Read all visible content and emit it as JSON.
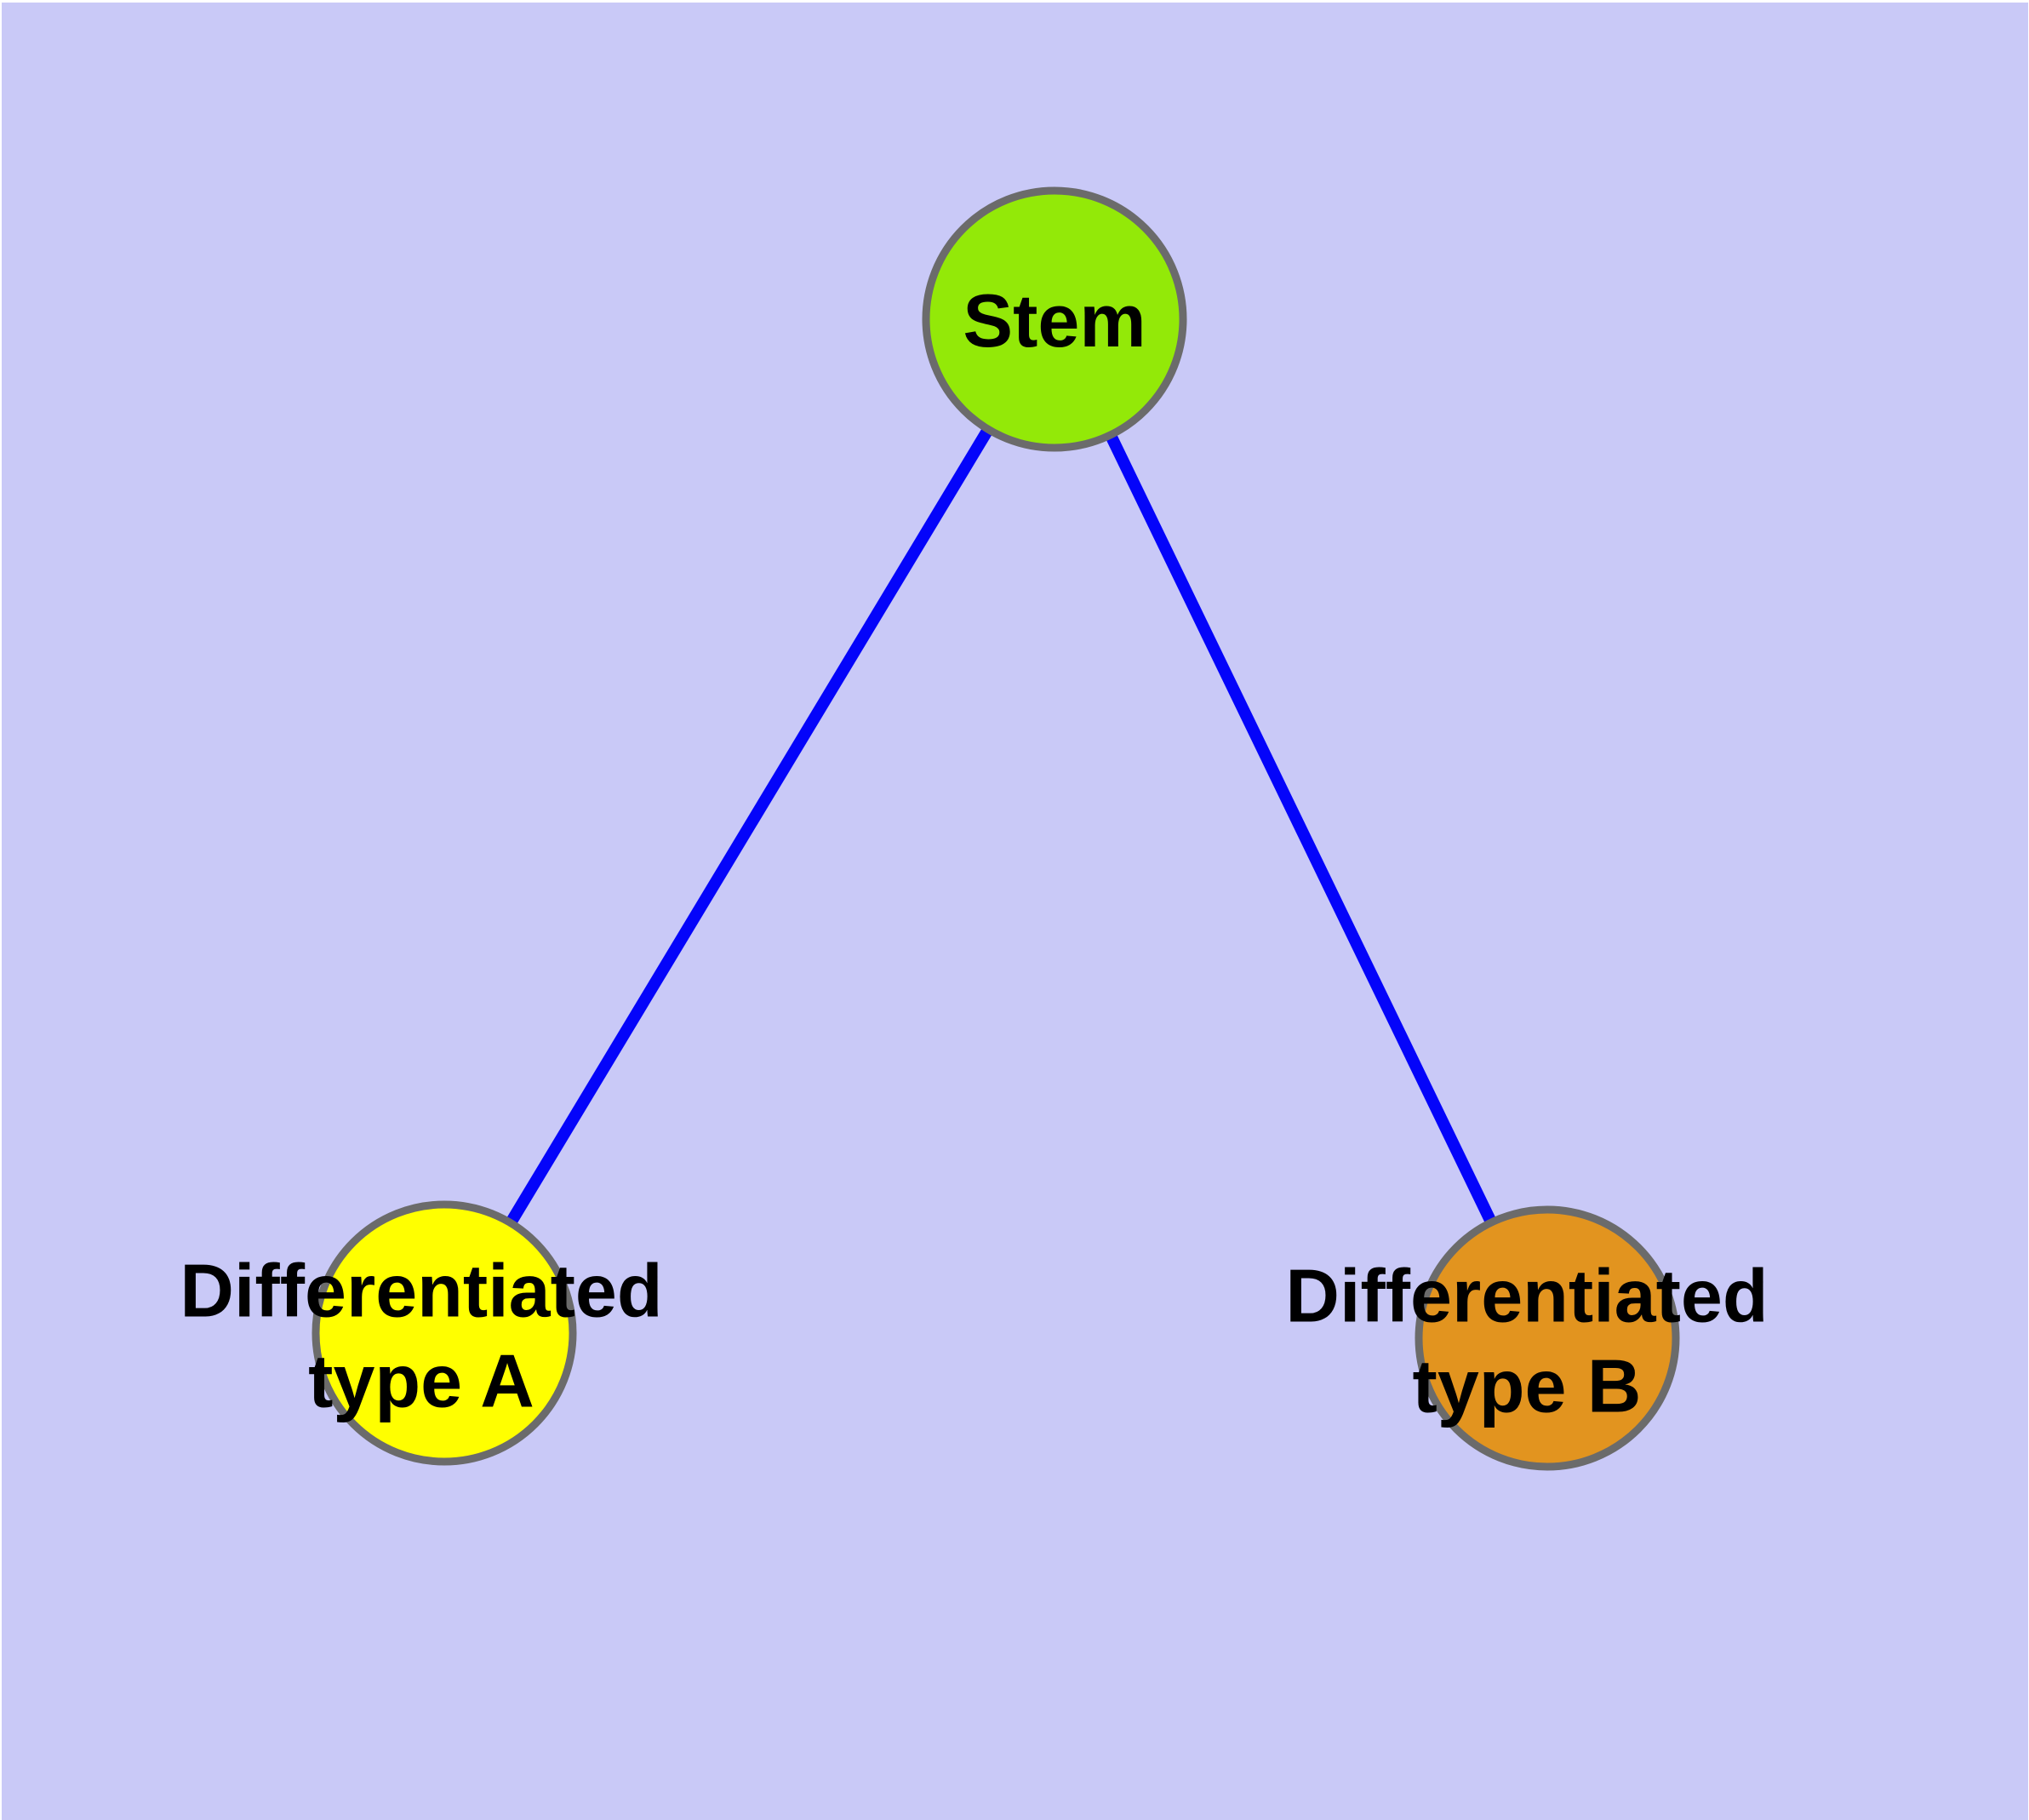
{
  "diagram": {
    "type": "graph",
    "background_color": "#c9c9f7",
    "margin_color": "#ffffff",
    "edge_color": "#0404fa",
    "node_border_color": "#6b6b6b",
    "label_color": "#000000",
    "nodes": [
      {
        "id": "stem",
        "label": "Stem",
        "fill": "#93e908"
      },
      {
        "id": "differentiated-type-a",
        "label": "Differentiated\ntype A",
        "fill": "#ffff00"
      },
      {
        "id": "differentiated-type-b",
        "label": "Differentiated\ntype B",
        "fill": "#e2941f"
      }
    ],
    "edges": [
      {
        "from": "stem",
        "to": "differentiated-type-a"
      },
      {
        "from": "stem",
        "to": "differentiated-type-b"
      }
    ]
  }
}
